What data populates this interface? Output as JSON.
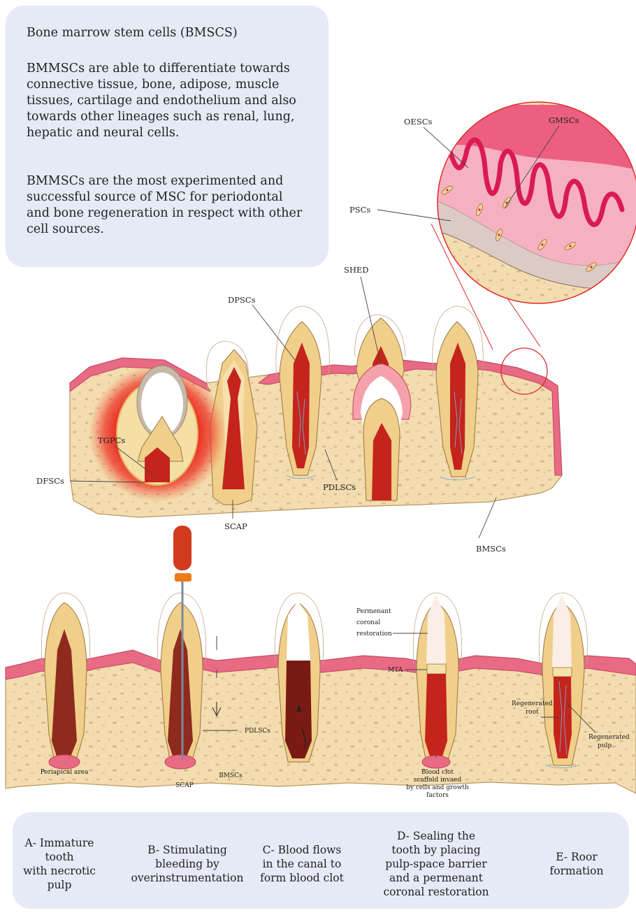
{
  "info": {
    "title": "Bone marrow stem cells (BMSCS)",
    "para1": "BMMSCs are able to differentiate towards connective tissue, bone, adipose, muscle tissues, cartilage and endothelium and also towards other lineages such as renal, lung, hepatic and neural cells.",
    "para2": "BMMSCs are the most experimented and successful source of MSC for periodontal and bone regeneration in respect with other cell sources."
  },
  "top_labels": {
    "oescs": "OESCs",
    "gmscs": "GMSCs",
    "pscs": "PSCs",
    "shed": "SHED",
    "dpscs": "DPSCs",
    "tgpcs": "TGPCs",
    "dfscs": "DFSCs",
    "pdlscs": "PDLSCs",
    "scap": "SCAP",
    "bmscs": "BMSCs"
  },
  "bottom_labels": {
    "periapical": "Periapical area",
    "scap": "SCAP",
    "bmscs": "BMSCs",
    "pdlscs": "PDLSCs",
    "restoration": [
      "Permenant",
      "coronal",
      "restoration"
    ],
    "mta": "MTA",
    "clot": [
      "Blood clot",
      "scaffold invaed",
      "by cells and growth",
      "factors"
    ],
    "regen_root": [
      "Regenerated",
      "root"
    ],
    "regen_pulp": [
      "Regenerated",
      "pulp"
    ]
  },
  "steps": [
    {
      "lines": [
        "A- Immature",
        "tooth",
        "with necrotic",
        "pulp"
      ]
    },
    {
      "lines": [
        "B- Stimulating",
        "bleeding by",
        "overinstrumentation"
      ]
    },
    {
      "lines": [
        "C- Blood flows",
        "in the canal to",
        "form blood clot"
      ]
    },
    {
      "lines": [
        "D- Sealing the",
        "tooth by placing",
        "pulp-space barrier",
        "and a permenant",
        "coronal restoration"
      ]
    },
    {
      "lines": [
        "E- Roor formation"
      ]
    }
  ],
  "colors": {
    "bone": "#f2dcae",
    "gum": "#e86a85",
    "pulp": "#c4241c",
    "dentin": "#f0cf8a",
    "callout": "#e02a2a",
    "panel": "#e6eaf6"
  }
}
